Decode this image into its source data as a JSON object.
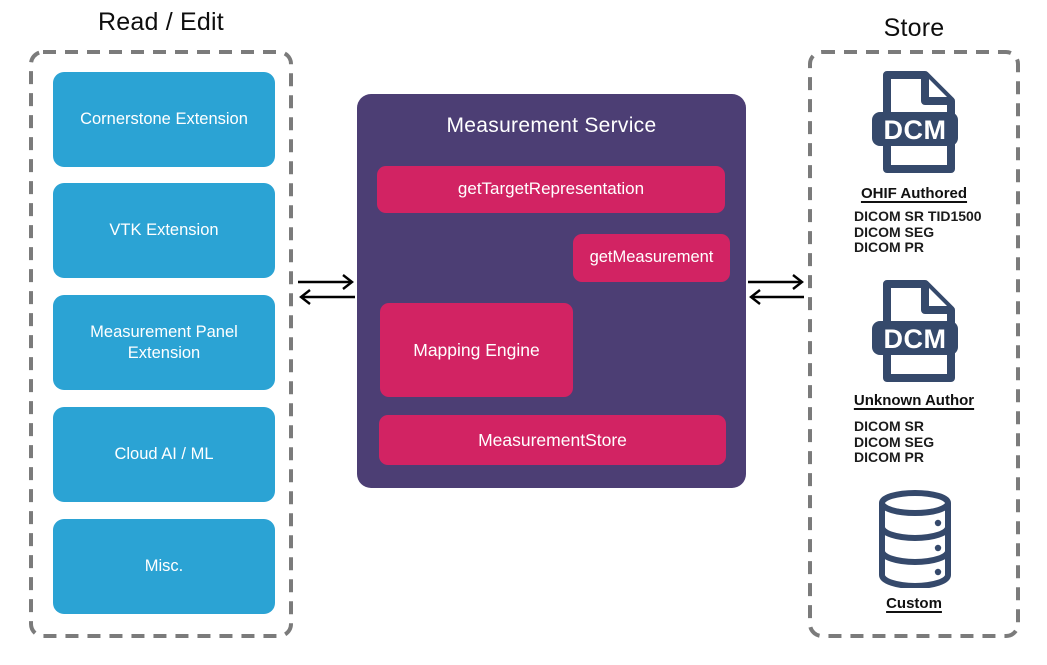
{
  "left_panel": {
    "title": "Read / Edit",
    "items": [
      "Cornerstone Extension",
      "VTK Extension",
      "Measurement Panel Extension",
      "Cloud AI / ML",
      "Misc."
    ]
  },
  "service": {
    "title": "Measurement Service",
    "get_target_representation": "getTargetRepresentation",
    "get_measurement": "getMeasurement",
    "mapping_engine": "Mapping Engine",
    "measurement_store": "MeasurementStore"
  },
  "store_panel": {
    "title": "Store",
    "groups": [
      {
        "icon": "dcm-file-icon",
        "icon_label": "DCM",
        "heading": "OHIF Authored",
        "items": [
          "DICOM SR TID1500",
          "DICOM SEG",
          "DICOM PR"
        ]
      },
      {
        "icon": "dcm-file-icon",
        "icon_label": "DCM",
        "heading": "Unknown Author",
        "items": [
          "DICOM SR",
          "DICOM SEG",
          "DICOM PR"
        ]
      },
      {
        "icon": "database-icon",
        "heading": "Custom",
        "items": []
      }
    ]
  },
  "colors": {
    "extension_blue": "#2BA3D4",
    "service_purple": "#4C3E74",
    "method_pink": "#D22363",
    "icon_navy": "#35496B",
    "dashed_border_gray": "#7B7B7B",
    "arrow_black": "#000000"
  }
}
